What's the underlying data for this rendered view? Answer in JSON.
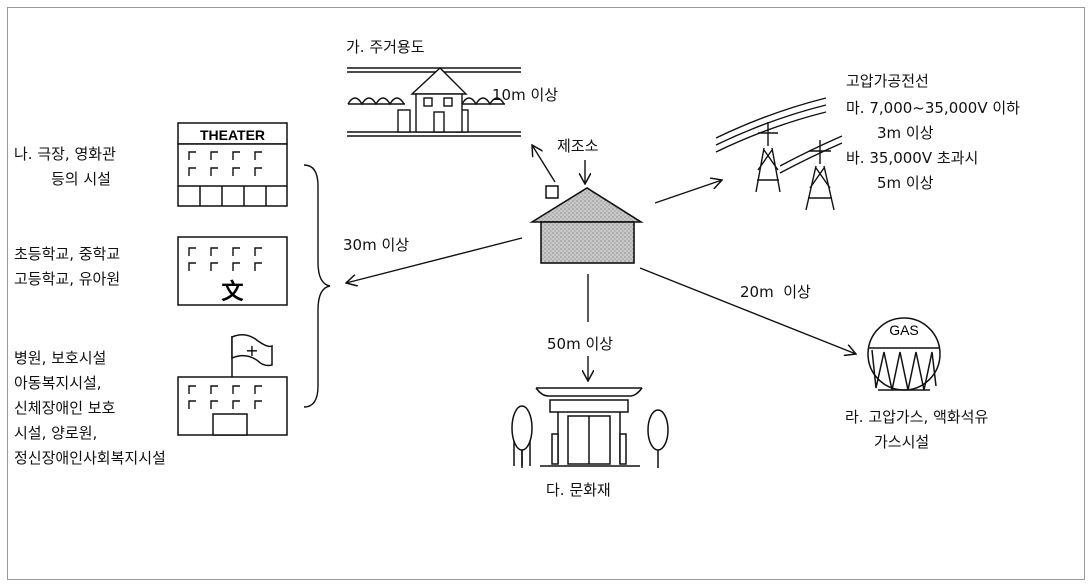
{
  "residential": {
    "title": "가. 주거용도",
    "distance": "10m 이상"
  },
  "factory": {
    "label": "제조소"
  },
  "highvoltage": {
    "title": "고압가공전선",
    "line_ma": "마. 7,000~35,000V 이하",
    "dist_ma": "3m 이상",
    "line_ba": "바. 35,000V 초과시",
    "dist_ba": "5m 이상"
  },
  "theater": {
    "sign": "THEATER",
    "line1": "나. 극장, 영화관",
    "line2": "등의 시설"
  },
  "school": {
    "sign": "文",
    "line1": "초등학교, 중학교",
    "line2": "고등학교, 유아원"
  },
  "hospital": {
    "flag": "+",
    "line1": "병원, 보호시설",
    "line2": "아동복지시설,",
    "line3": "신체장애인 보호",
    "line4": "시설, 양로원,",
    "line5": "정신장애인사회복지시설"
  },
  "group_distance": "30m 이상",
  "heritage": {
    "distance": "50m 이상",
    "title": "다. 문화재"
  },
  "gas": {
    "sign": "GAS",
    "distance": "20m  이상",
    "line1": "라. 고압가스, 액화석유",
    "line2": "가스시설"
  }
}
